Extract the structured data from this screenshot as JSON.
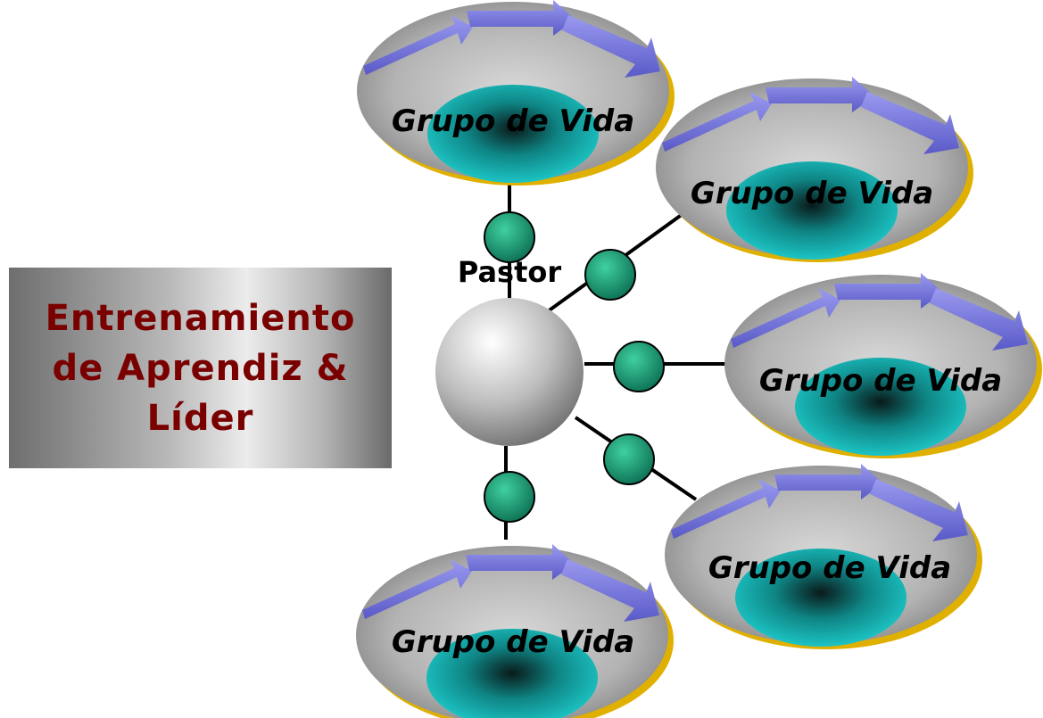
{
  "training_box": {
    "lines": [
      "Entrenamiento",
      "de Aprendiz &",
      "Líder"
    ]
  },
  "center": {
    "label": "Pastor"
  },
  "groups": [
    {
      "label": "Grupo de Vida"
    },
    {
      "label": "Grupo de Vida"
    },
    {
      "label": "Grupo de Vida"
    },
    {
      "label": "Grupo de Vida"
    },
    {
      "label": "Grupo de Vida"
    }
  ],
  "colors": {
    "training_text": "#7a0000",
    "ring_outline": "#e0b000",
    "arrows": "#6e6ed8",
    "core": "#1fbfbf",
    "connector_node": "#109068",
    "lines": "#000000"
  }
}
